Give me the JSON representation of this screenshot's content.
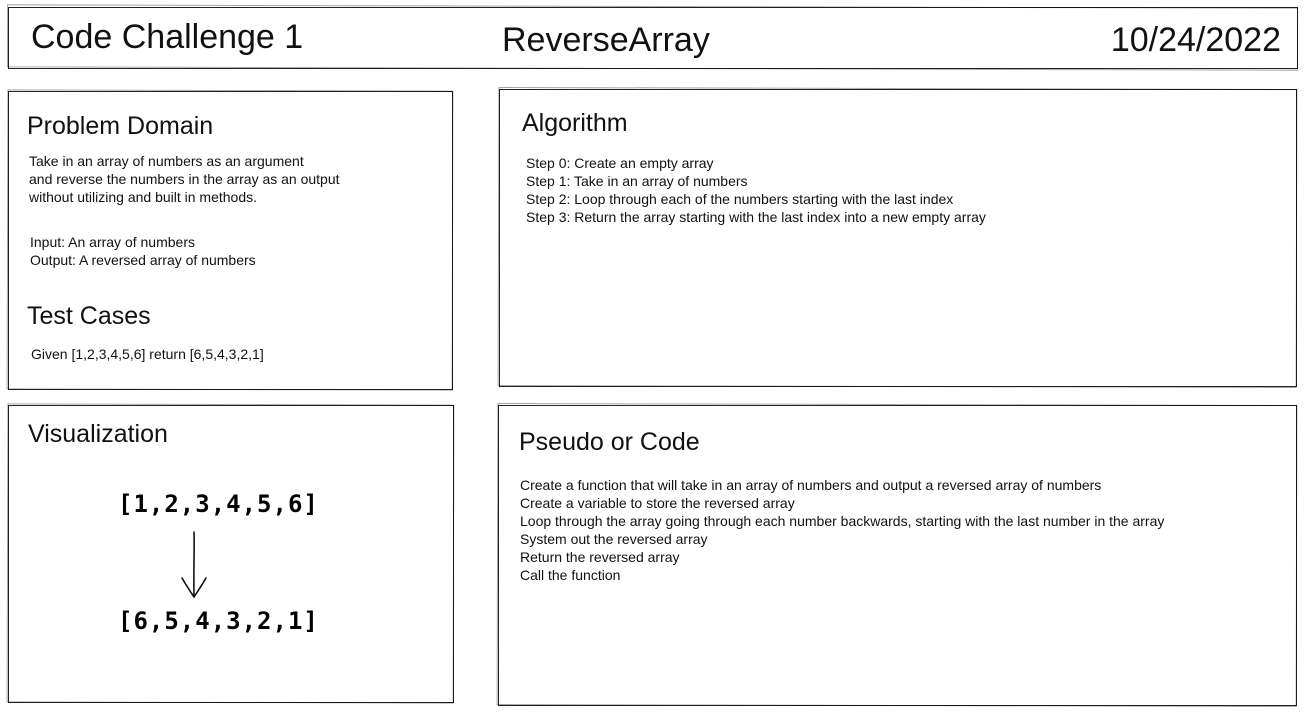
{
  "header": {
    "title": "Code Challenge 1",
    "challenge_name": "ReverseArray",
    "date": "10/24/2022"
  },
  "problem_domain": {
    "heading": "Problem Domain",
    "description": [
      "Take in an array of numbers as an argument",
      "and reverse the numbers in the array as an output",
      "without utilizing and built in methods."
    ],
    "input": "Input: An array of numbers",
    "output": "Output: A reversed array of numbers"
  },
  "test_cases": {
    "heading": "Test Cases",
    "cases": [
      "Given [1,2,3,4,5,6] return [6,5,4,3,2,1]"
    ]
  },
  "algorithm": {
    "heading": "Algorithm",
    "steps": [
      "Step 0: Create an empty array",
      "Step 1: Take in an array of numbers",
      "Step 2: Loop through each of the numbers starting with the last index",
      "Step 3: Return the array starting with the last index into a new empty array"
    ]
  },
  "visualization": {
    "heading": "Visualization",
    "input_array": "[1,2,3,4,5,6]",
    "output_array": "[6,5,4,3,2,1]",
    "arrow_icon": "down-arrow-icon"
  },
  "pseudo_code": {
    "heading": "Pseudo or Code",
    "lines": [
      "Create a function that will take in an array of numbers and output a reversed array of numbers",
      "Create a variable to store the reversed array",
      "Loop through the array going through each number backwards, starting with the last number in the array",
      "System out the reversed array",
      "Return the reversed array",
      "Call the function"
    ]
  }
}
